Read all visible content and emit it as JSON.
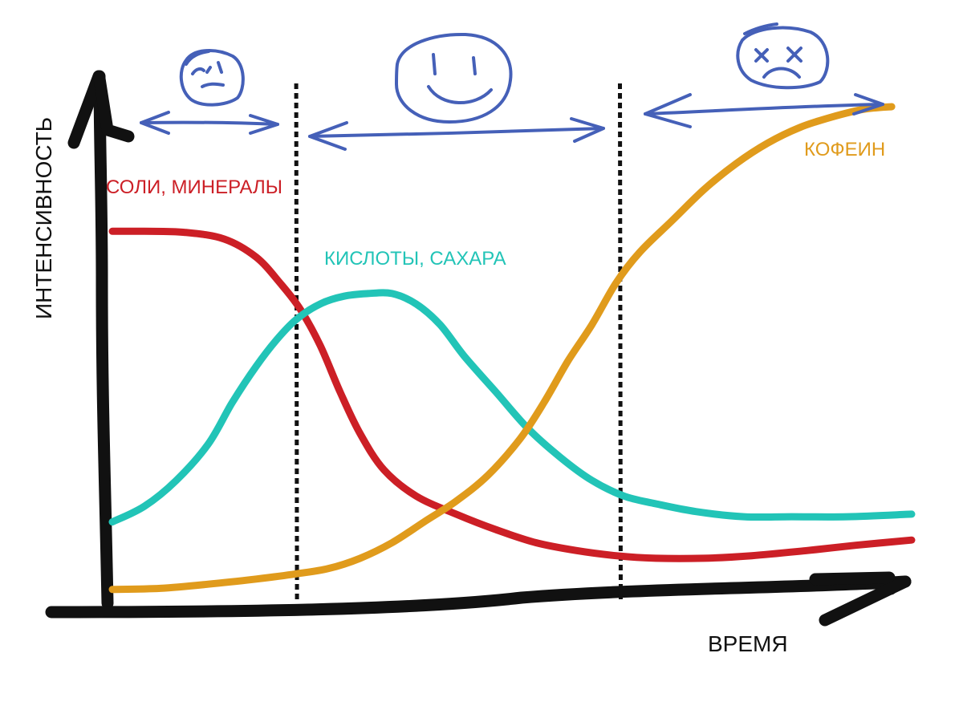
{
  "chart_data": {
    "type": "line",
    "title": "",
    "xlabel": "ВРЕМЯ",
    "ylabel": "ИНТЕНСИВНОСТЬ",
    "xlim": [
      0,
      100
    ],
    "ylim": [
      0,
      100
    ],
    "grid": false,
    "legend": "inline labels",
    "series": [
      {
        "name": "СОЛИ, МИНЕРАЛЫ",
        "color": "#cc1f26",
        "x": [
          0,
          4,
          9,
          14,
          18,
          21,
          23.5,
          26,
          28.5,
          31,
          34,
          38,
          43,
          48,
          53,
          58,
          63,
          68,
          74,
          80,
          87,
          93,
          100
        ],
        "y": [
          76,
          76,
          75.8,
          74.5,
          71,
          66,
          61,
          54,
          45,
          37,
          30,
          25,
          21.5,
          18.5,
          16,
          14.5,
          13.5,
          13,
          13,
          13.5,
          14.5,
          15.5,
          16.5
        ]
      },
      {
        "name": "КИСЛОТЫ, САХАРА",
        "color": "#22c4b7",
        "x": [
          0,
          4,
          8,
          12,
          15,
          18,
          20.5,
          23,
          26,
          29,
          32,
          35,
          38,
          41,
          44,
          48,
          52,
          56,
          60,
          64,
          68,
          73,
          79,
          85,
          92,
          100
        ],
        "y": [
          20,
          23,
          28,
          35,
          43,
          50,
          55,
          59,
          62,
          63.5,
          64,
          64,
          62,
          58,
          52,
          45,
          38,
          32.5,
          28,
          25,
          23.5,
          22,
          21,
          21,
          21,
          21.5
        ]
      },
      {
        "name": "КОФЕИН",
        "color": "#e09b1c",
        "x": [
          0,
          6,
          12,
          18,
          23,
          27,
          31,
          35,
          39,
          43,
          47,
          51,
          54,
          57,
          60,
          63,
          66,
          70,
          74,
          78,
          82,
          86,
          90,
          94,
          97.5
        ],
        "y": [
          7,
          7.2,
          8,
          9,
          10,
          11,
          13,
          16,
          20,
          24,
          29,
          36,
          43,
          51,
          58,
          66,
          72,
          78,
          84,
          89,
          93,
          96,
          98,
          99.5,
          100
        ]
      }
    ],
    "dividers_x": [
      23,
      63.5
    ],
    "phases": [
      "sad-face-icon",
      "happy-face-icon",
      "dead-face-icon"
    ],
    "colors": {
      "axes": "#111111",
      "dividers": "#111111",
      "annotations": "#4560b8"
    }
  }
}
